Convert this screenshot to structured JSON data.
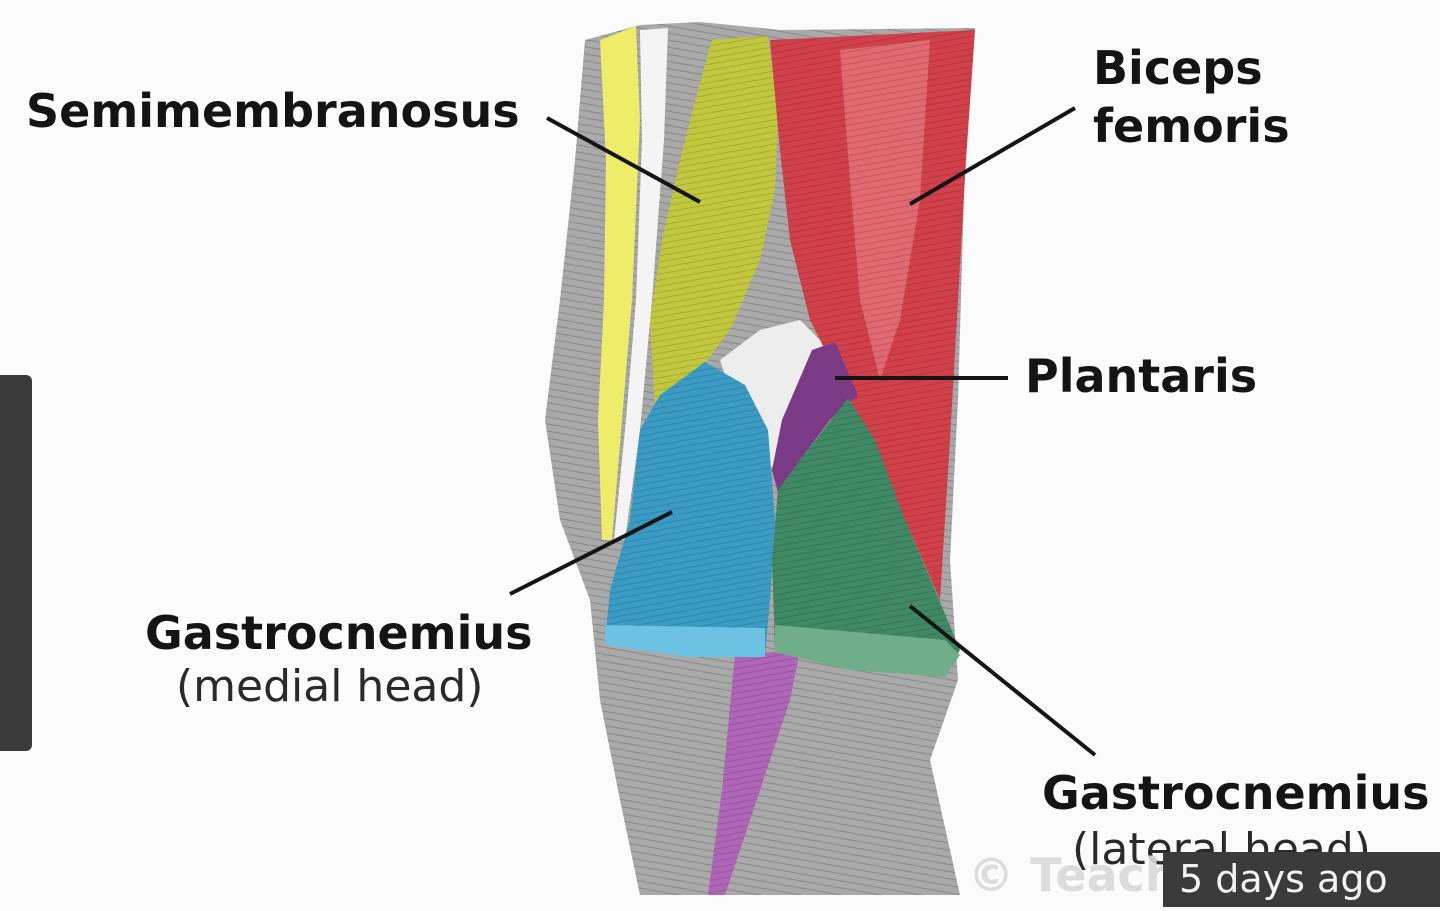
{
  "diagram": {
    "labels": {
      "semimembranosus": "Semimembranosus",
      "biceps_femoris_line1": "Biceps",
      "biceps_femoris_line2": "femoris",
      "plantaris": "Plantaris",
      "gastrocnemius_medial_name": "Gastrocnemius",
      "gastrocnemius_medial_head": "(medial head)",
      "gastrocnemius_lateral_name": "Gastrocnemius",
      "gastrocnemius_lateral_head": "(lateral head)"
    },
    "colors": {
      "semimembranosus": "#c2c83e",
      "biceps_femoris": "#d2404a",
      "plantaris": "#7a3a86",
      "gastrocnemius_medial": "#3a9cc4",
      "gastrocnemius_lateral": "#3f8a64",
      "tendon_yellow": "#eded6a",
      "bone_gray": "#9a9a9a"
    }
  },
  "overlay": {
    "timestamp": "5 days ago",
    "watermark": "© Teach"
  }
}
